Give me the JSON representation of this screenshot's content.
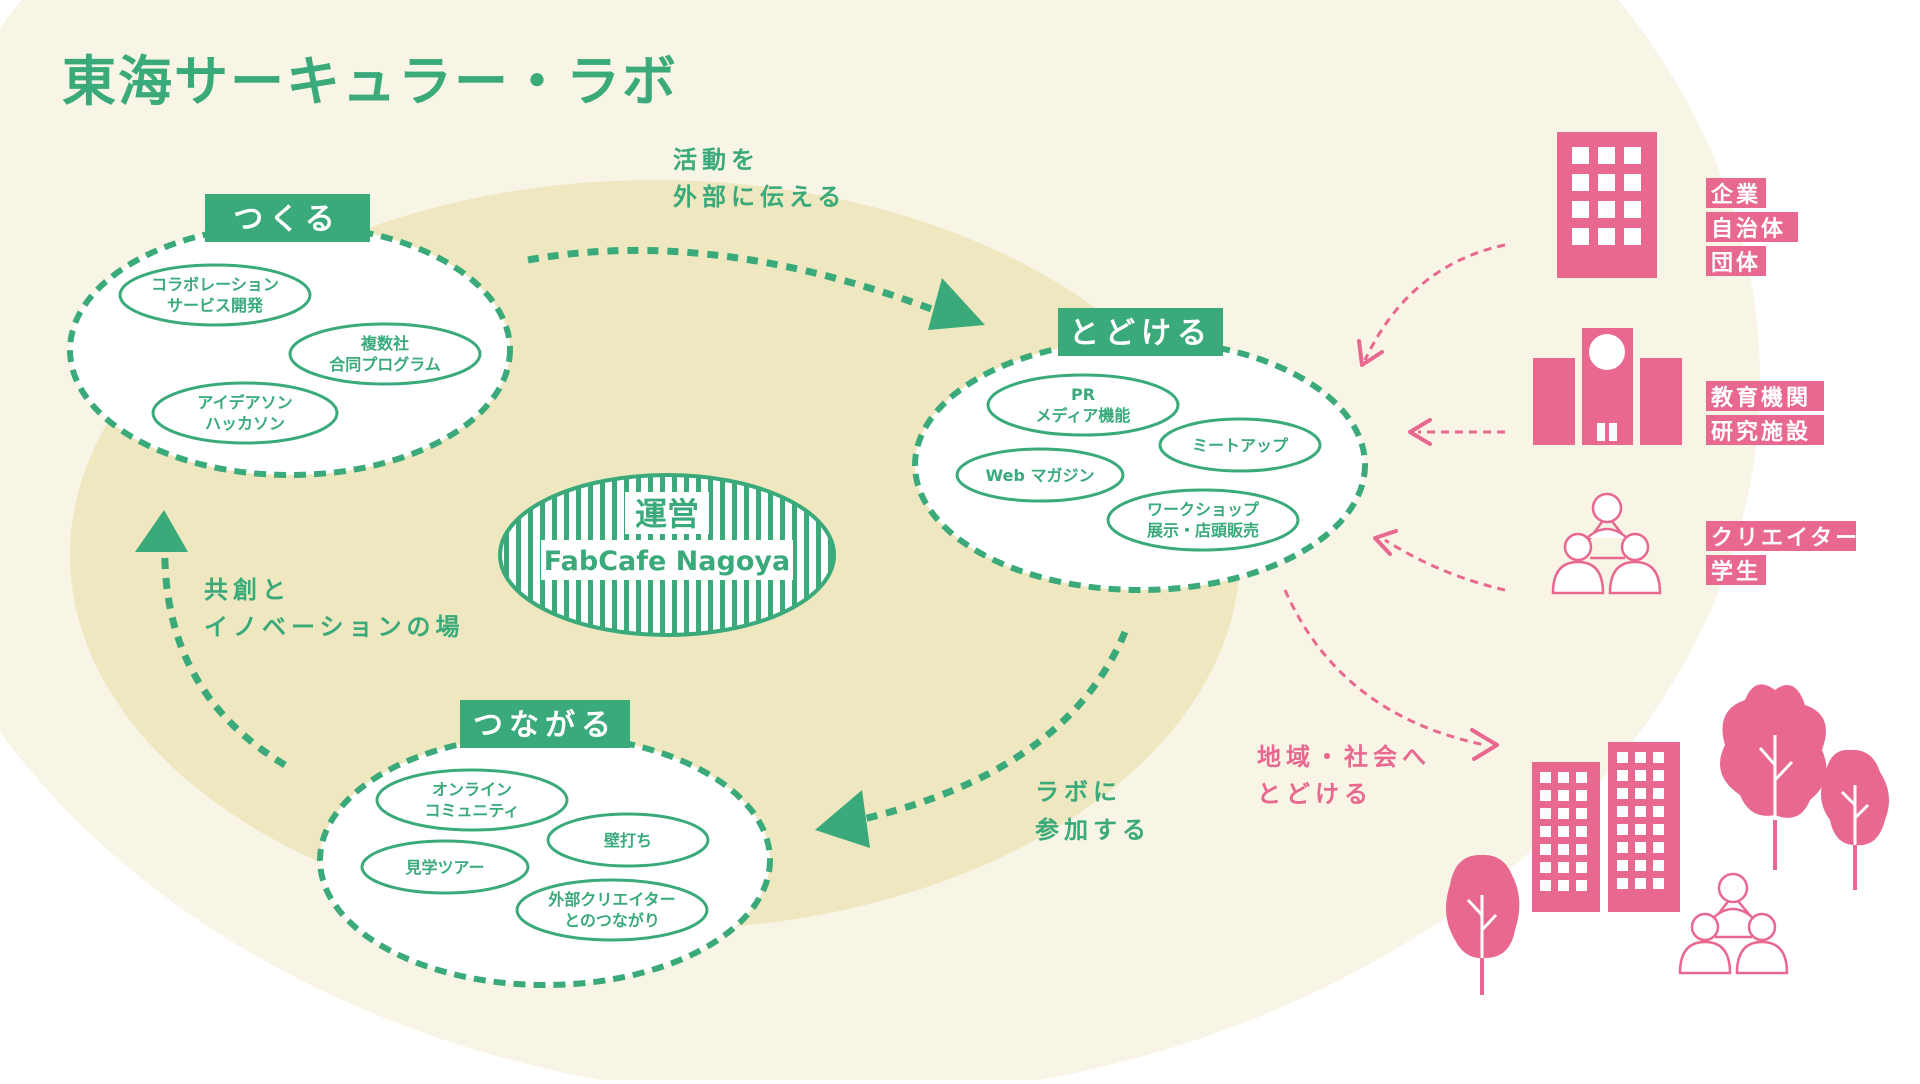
{
  "title": "東海サーキュラー・ラボ",
  "center": {
    "line1": "運営",
    "line2": "FabCafe Nagoya"
  },
  "nodes": {
    "tsukuru": {
      "label": "つくる",
      "items": [
        {
          "line1": "コラボレーション",
          "line2": "サービス開発"
        },
        {
          "line1": "複数社",
          "line2": "合同プログラム"
        },
        {
          "line1": "アイデアソン",
          "line2": "ハッカソン"
        }
      ]
    },
    "todokeru": {
      "label": "とどける",
      "items": [
        {
          "line1": "PR",
          "line2": "メディア機能"
        },
        {
          "line1": "ミートアップ",
          "line2": ""
        },
        {
          "line1": "Web マガジン",
          "line2": ""
        },
        {
          "line1": "ワークショップ",
          "line2": "展示・店頭販売"
        }
      ]
    },
    "tsunagaru": {
      "label": "つながる",
      "items": [
        {
          "line1": "オンライン",
          "line2": "コミュニティ"
        },
        {
          "line1": "壁打ち",
          "line2": ""
        },
        {
          "line1": "見学ツアー",
          "line2": ""
        },
        {
          "line1": "外部クリエイター",
          "line2": "とのつながり"
        }
      ]
    }
  },
  "cycle_labels": {
    "top": {
      "line1": "活動を",
      "line2": "外部に伝える"
    },
    "left": {
      "line1": "共創と",
      "line2": "イノベーションの場"
    },
    "bottom": {
      "line1": "ラボに",
      "line2": "参加する"
    }
  },
  "outer": {
    "groups": [
      {
        "tags": [
          "企業",
          "自治体",
          "団体"
        ],
        "icon": "office-building-icon"
      },
      {
        "tags": [
          "教育機関",
          "研究施設"
        ],
        "icon": "school-building-icon"
      },
      {
        "tags": [
          "クリエイター",
          "学生"
        ],
        "icon": "people-group-icon"
      }
    ],
    "society_label": {
      "line1": "地域・社会へ",
      "line2": "とどける"
    },
    "society_icons": [
      "city-buildings-icon",
      "tree-icon",
      "people-group-icon"
    ]
  },
  "colors": {
    "green": "#3aaa7b",
    "pink": "#e8688f",
    "olive_bg": "#efe7bf",
    "cream_bg": "#f8f4e6"
  }
}
